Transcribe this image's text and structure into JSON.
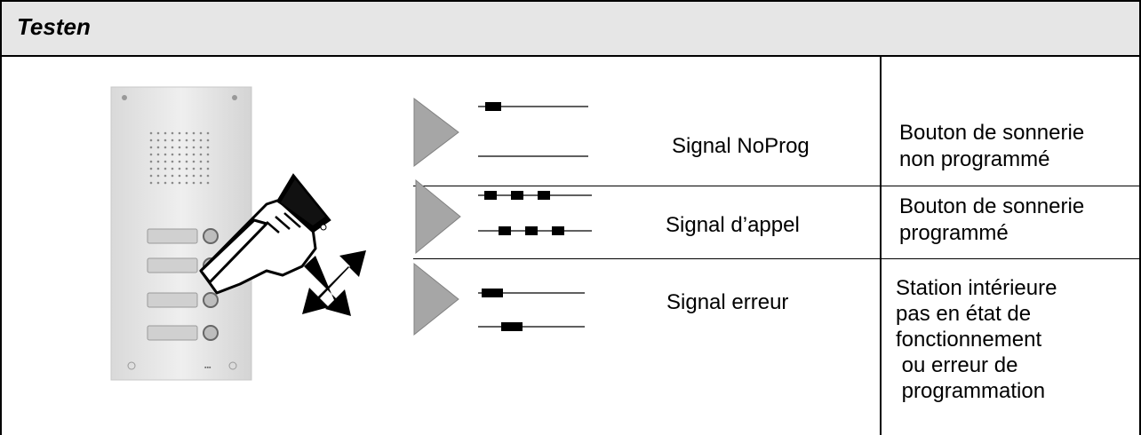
{
  "header": {
    "title": "Testen"
  },
  "rows": [
    {
      "signal": "Signal NoProg",
      "description": [
        "Bouton de sonnerie",
        "non programmé"
      ]
    },
    {
      "signal": "Signal d’appel",
      "description": [
        "Bouton de sonnerie",
        "programmé"
      ]
    },
    {
      "signal": "Signal erreur",
      "description": [
        "Station intérieure",
        "pas en état de",
        "fonctionnement",
        " ou erreur de",
        " programmation"
      ]
    }
  ],
  "colors": {
    "header_bg": "#e6e6e6",
    "triangle": "#a6a6a6",
    "panel": "#e3e3e3"
  },
  "icons": {
    "hand": "pointing-hand-icon",
    "arrow": "double-arrow-icon",
    "triangle": "play-triangle-icon"
  }
}
